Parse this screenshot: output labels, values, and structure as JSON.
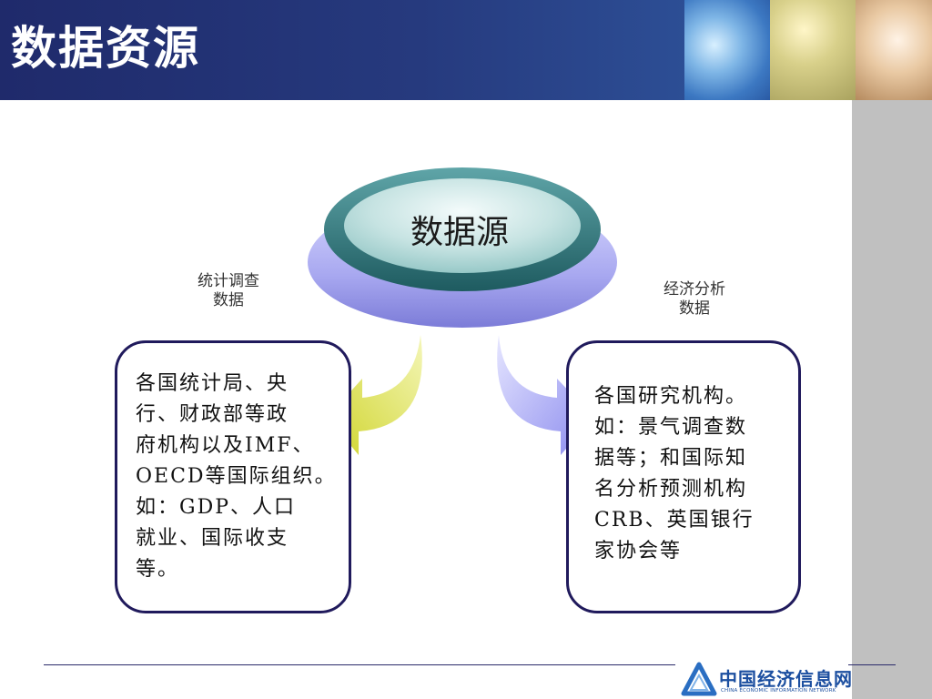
{
  "slide": {
    "title": "数据资源"
  },
  "diagram": {
    "center": "数据源",
    "left_branch": {
      "label": "统计调查\n数据",
      "content": "各国统计局、央\n行、财政部等政\n府机构以及IMF、\nOECD等国际组织。\n 如：GDP、人口\n就业、国际收支\n等。"
    },
    "right_branch": {
      "label": "经济分析\n数据",
      "content": "各国研究机构。\n如：景气调查数\n据等；和国际知\n名分析预测机构\nCRB、英国银行\n家协会等"
    }
  },
  "footer": {
    "logo_cn": "中国经济信息网",
    "logo_en": "CHINA ECONOMIC INFORMATION NETWORK"
  },
  "colors": {
    "header_blue": "#263a7e",
    "ellipse_teal": "#2f7478",
    "disc_lavender": "#a8a8f0",
    "left_arrow": "#d8dc3c",
    "right_arrow": "#9898f0",
    "box_border": "#201a5c",
    "sidebar_gray": "#c0c0c0"
  }
}
